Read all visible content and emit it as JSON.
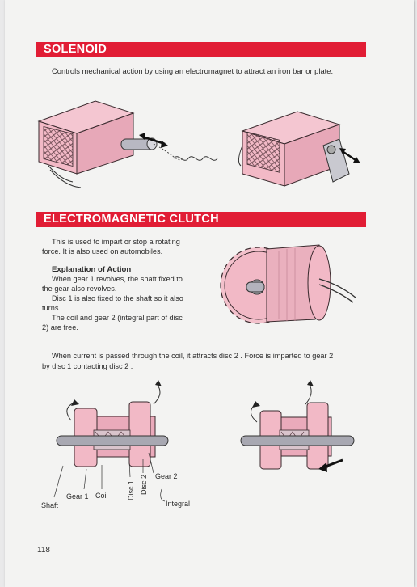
{
  "solenoid": {
    "title": "SOLENOID",
    "description": "Controls mechanical action by using an electromagnet to attract an iron bar or plate."
  },
  "clutch": {
    "title": "ELECTROMAGNETIC CLUTCH",
    "intro_line1": "This is used to impart or stop a rotating",
    "intro_line2": "force. It is also used on automobiles.",
    "explanation_heading": "Explanation of Action",
    "exp_line1": "When gear 1 revolves, the shaft fixed to",
    "exp_line2": "the gear also revolves.",
    "exp_line3": "Disc 1 is also fixed to the shaft so it also",
    "exp_line4": "turns.",
    "exp_line5": "The coil and gear 2 (integral part of disc",
    "exp_line6": "2) are free.",
    "current_line1": "When current is passed through the coil, it attracts disc 2 . Force is imparted to gear 2",
    "current_line2": "by disc 1 contacting disc 2 ."
  },
  "diagram_labels": {
    "shaft": "Shaft",
    "gear1": "Gear 1",
    "coil": "Coil",
    "disc1": "Disc 1",
    "disc2": "Disc 2",
    "gear2": "Gear 2",
    "integral": "Integral"
  },
  "page_number": "118",
  "colors": {
    "accent_red": "#e11d35",
    "illustration_pink": "#f2b9c6",
    "text": "#2c2c2c"
  }
}
